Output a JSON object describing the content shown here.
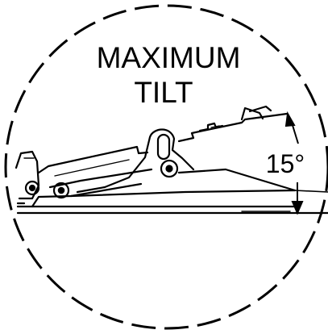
{
  "diagram": {
    "title_line1": "MAXIMUM",
    "title_line2": "TILT",
    "angle_label": "15°"
  },
  "colors": {
    "line": "#000000",
    "background": "#ffffff"
  }
}
